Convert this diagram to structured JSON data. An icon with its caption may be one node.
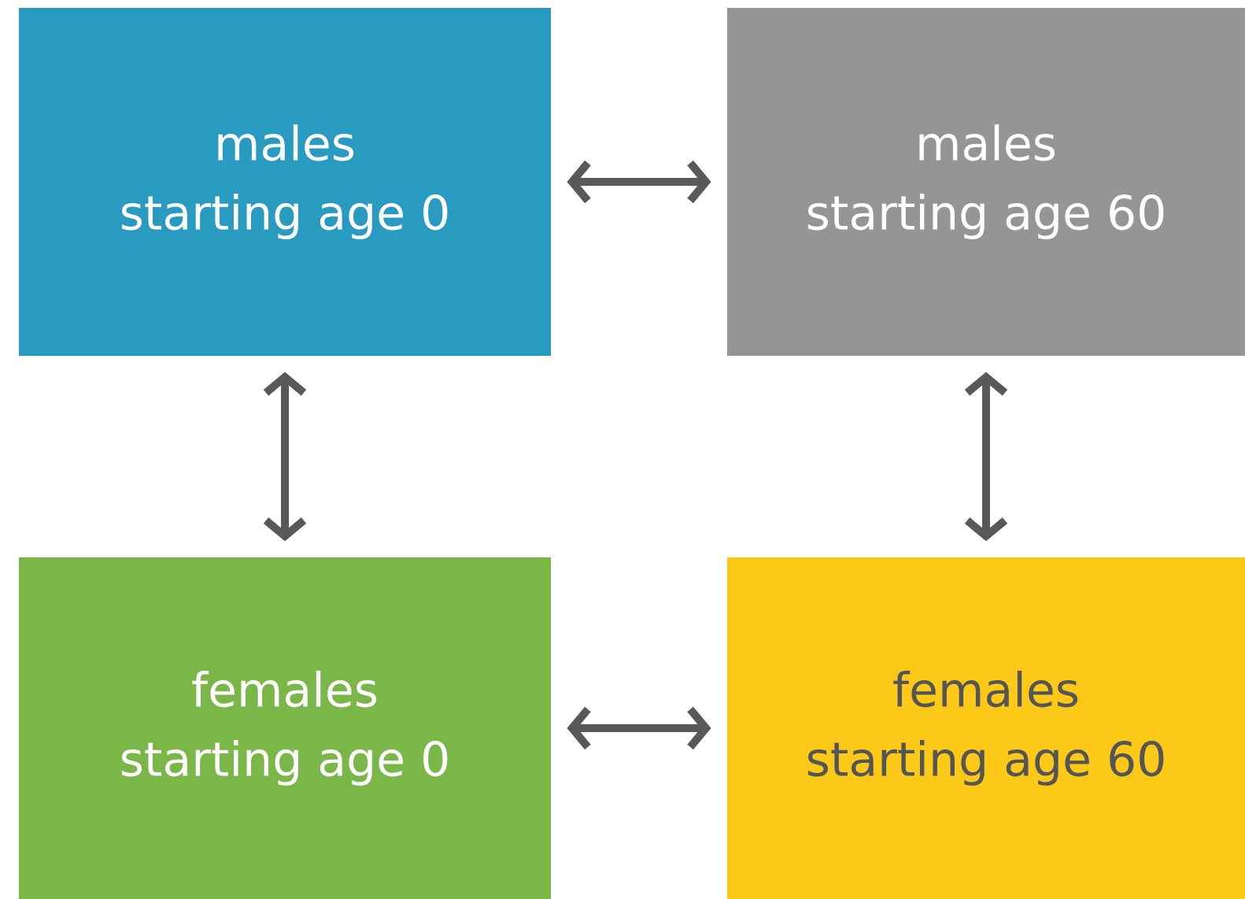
{
  "diagram": {
    "nodes": [
      {
        "text": [
          "males",
          "starting age 0"
        ]
      },
      {
        "text": [
          "males",
          "starting age 60"
        ]
      },
      {
        "text": [
          "females",
          "starting age 0"
        ]
      },
      {
        "text": [
          "females",
          "starting age 60"
        ]
      }
    ],
    "edges": [
      {
        "from": 0,
        "to": 1,
        "arrow": "both"
      },
      {
        "from": 0,
        "to": 2,
        "arrow": "both"
      },
      {
        "from": 1,
        "to": 3,
        "arrow": "both"
      },
      {
        "from": 2,
        "to": 3,
        "arrow": "both"
      }
    ]
  }
}
